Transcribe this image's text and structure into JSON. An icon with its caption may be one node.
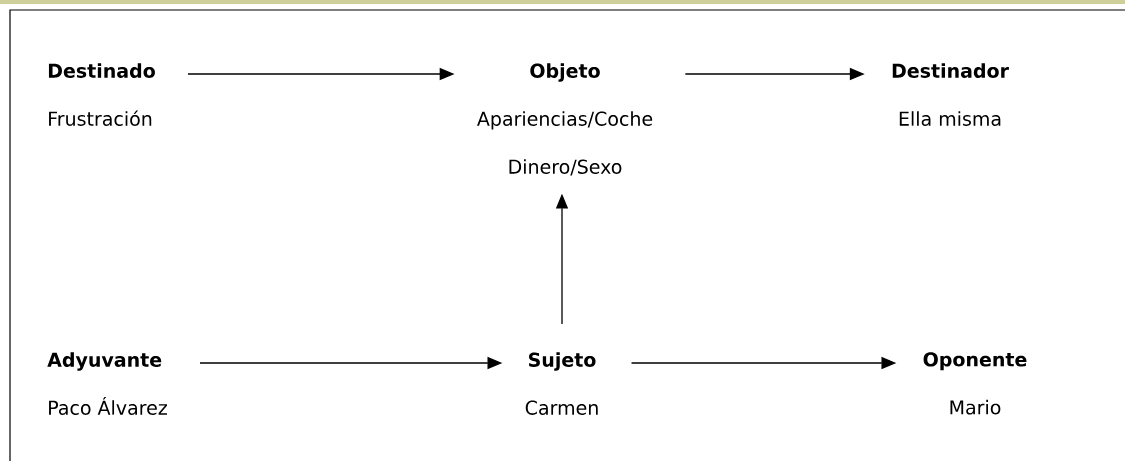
{
  "diagram": {
    "nodes": [
      {
        "text": [
          "Destinado",
          "Frustración"
        ]
      },
      {
        "text": [
          "Objeto",
          "Apariencias/Coche",
          "Dinero/Sexo"
        ]
      },
      {
        "text": [
          "Destinador",
          "Ella misma"
        ]
      },
      {
        "text": [
          "Adyuvante",
          "Paco Álvarez"
        ]
      },
      {
        "text": [
          "Sujeto",
          "Carmen"
        ]
      },
      {
        "text": [
          "Oponente",
          "Mario"
        ]
      }
    ],
    "edges": [
      {
        "from": 0,
        "to": 1,
        "arrow": "to"
      },
      {
        "from": 1,
        "to": 2,
        "arrow": "to"
      },
      {
        "from": 4,
        "to": 1,
        "arrow": "to"
      },
      {
        "from": 3,
        "to": 4,
        "arrow": "to"
      },
      {
        "from": 4,
        "to": 5,
        "arrow": "to"
      }
    ]
  }
}
